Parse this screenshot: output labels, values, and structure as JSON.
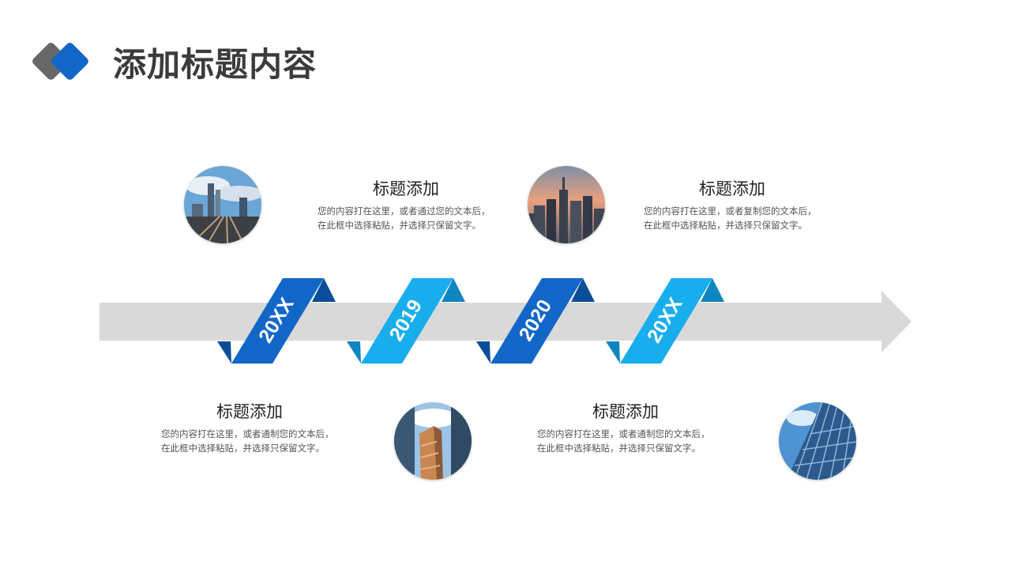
{
  "title": "添加标题内容",
  "colors": {
    "accent_dark": "#1266c8",
    "accent_light": "#18aeed",
    "logo_gray": "#676767",
    "arrow_gray": "#d9d9d9"
  },
  "milestones": [
    {
      "year": "20XX"
    },
    {
      "year": "2019"
    },
    {
      "year": "2020"
    },
    {
      "year": "20XX"
    }
  ],
  "blocks": [
    {
      "heading": "标题添加",
      "text": "您的内容打在这里，或者通过您的文本后，\n在此框中选择粘贴，并选择只保留文字。"
    },
    {
      "heading": "标题添加",
      "text": "您的内容打在这里，或者复制您的文本后，\n在此框中选择粘贴，并选择只保留文字。"
    },
    {
      "heading": "标题添加",
      "text": "您的内容打在这里，或者通制您的文本后，\n在此框中选择粘贴，并选择只保留文字。"
    },
    {
      "heading": "标题添加",
      "text": "您的内容打在这里，或者通制您的文本后，\n在此框中选择粘贴，并选择只保留文字。"
    }
  ]
}
